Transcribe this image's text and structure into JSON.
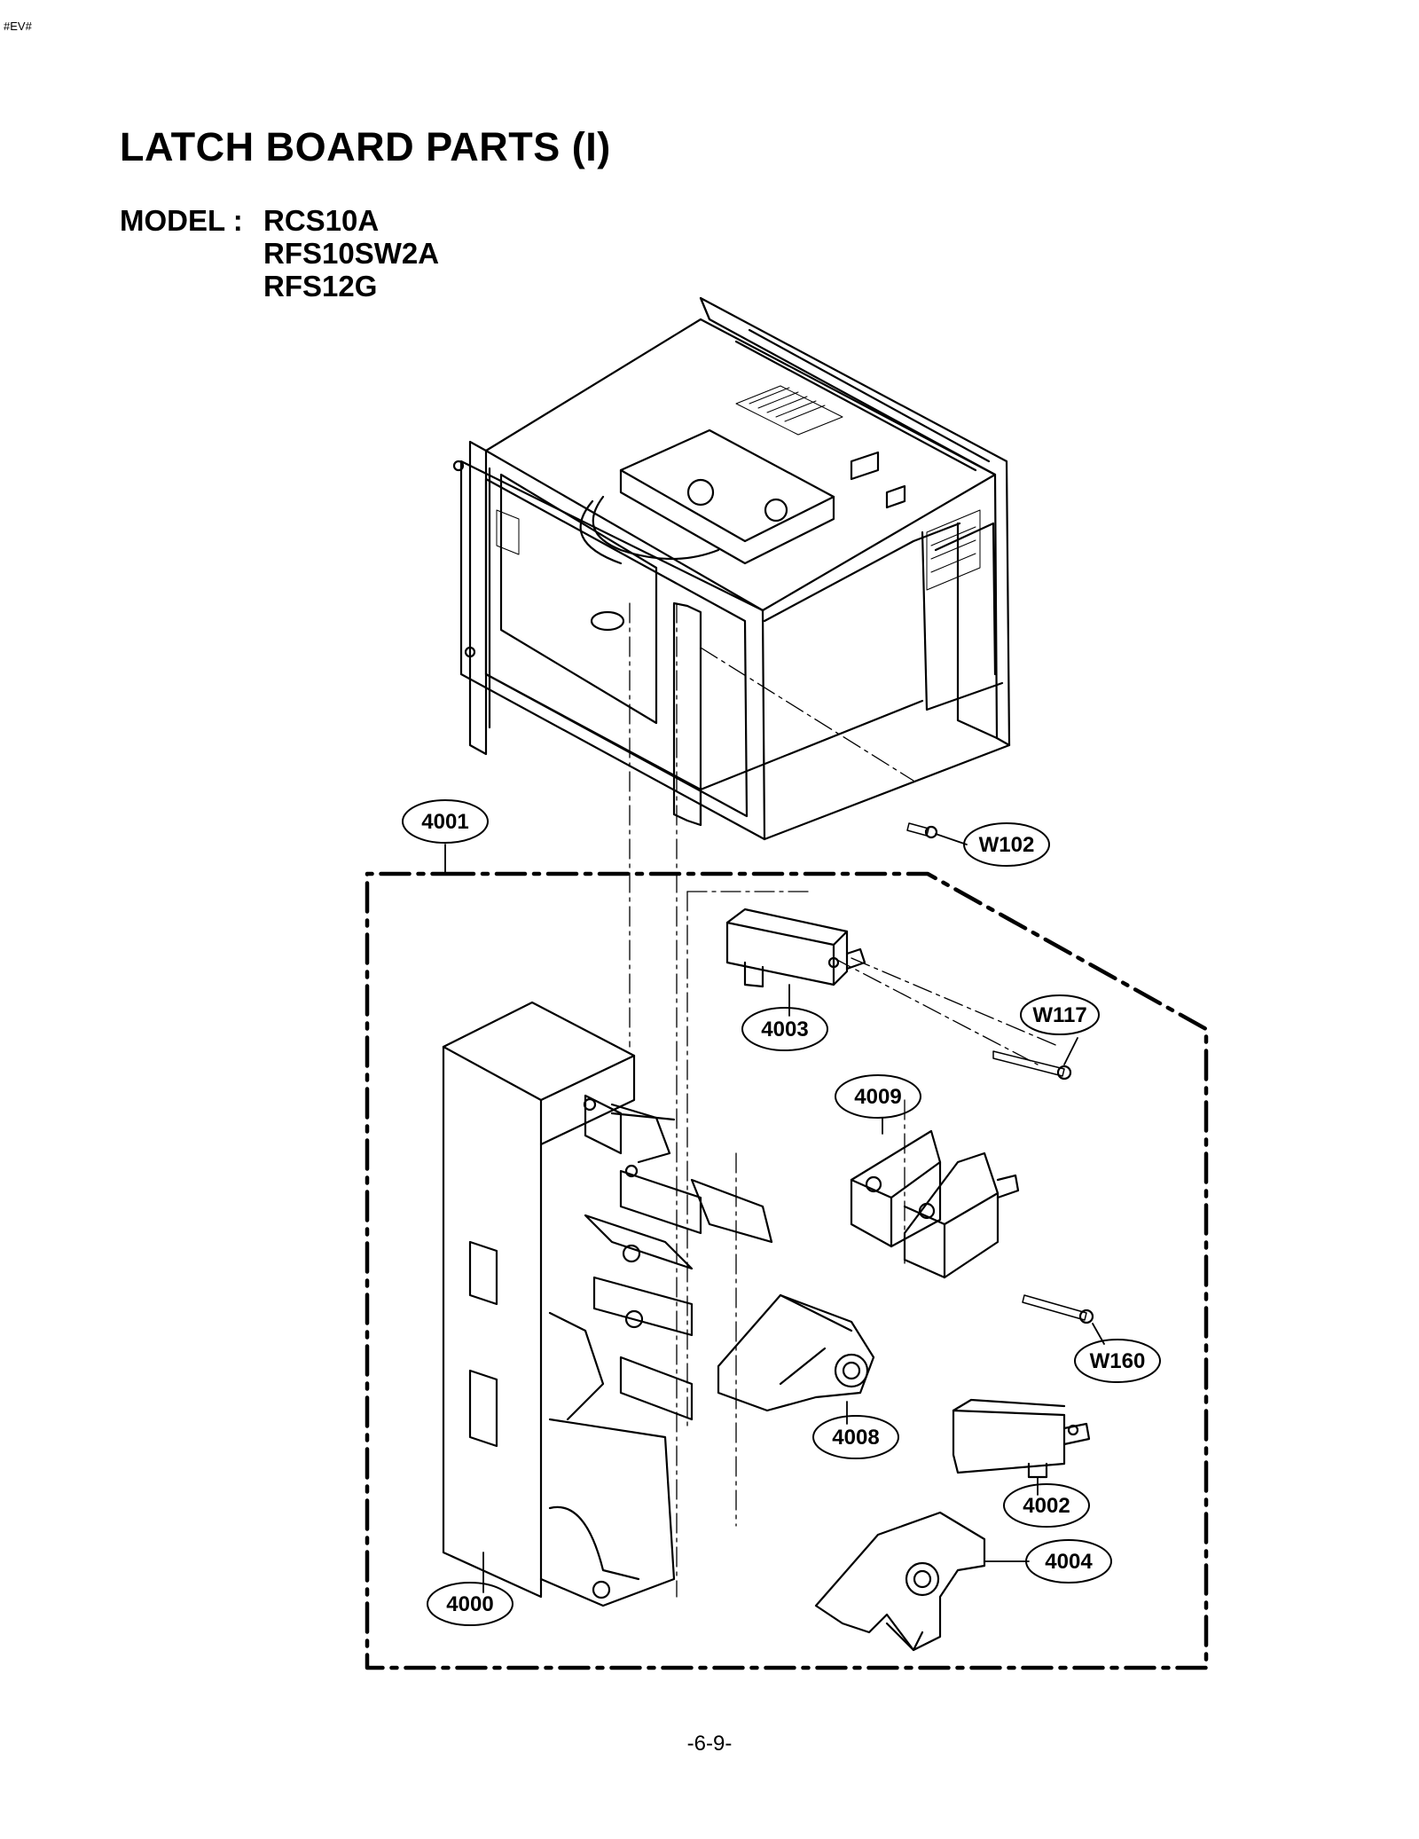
{
  "corner_mark": "#EV#",
  "title": "LATCH BOARD PARTS (I)",
  "model": {
    "label": "MODEL :",
    "numbers": [
      "RCS10A",
      "RFS10SW2A",
      "RFS12G"
    ]
  },
  "callouts": [
    "4001",
    "W102",
    "4003",
    "W117",
    "4009",
    "W160",
    "4008",
    "4002",
    "4004",
    "4000"
  ],
  "page_number": "-6-9-"
}
